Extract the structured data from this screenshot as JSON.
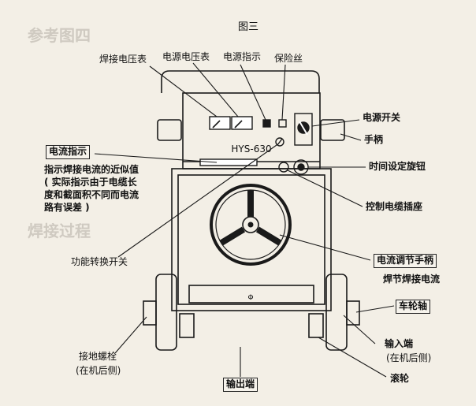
{
  "figure": {
    "title": "图三",
    "model_plate": "HYS-630",
    "bottom_plate": "Φ"
  },
  "background": {
    "faded_heading_1": "参考图四",
    "faded_heading_2": "焊接过程"
  },
  "labels": {
    "weld_voltmeter": "焊接电压表",
    "power_voltmeter": "电源电压表",
    "power_indicator": "电源指示",
    "fuse": "保险丝",
    "power_switch": "电源开关",
    "handle": "手柄",
    "current_indicator": "电流指示",
    "current_indicator_note": [
      "指示焊接电流的近似值",
      "( 实际指示由于电缆长",
      "度和截面积不同而电流",
      "路有误差 )"
    ],
    "timer_knob": "时间设定旋钮",
    "control_cable_socket": "控制电缆插座",
    "function_switch": "功能转换开关",
    "current_handwheel": "电流调节手柄",
    "current_handwheel_note": "焊节焊接电流",
    "wheel_axle": "车轮轴",
    "input_terminal": "输入端",
    "input_terminal_note": "(在机后侧)",
    "ground_bolt": "接地螺栓",
    "ground_bolt_note": "(在机后侧)",
    "caster": "滚轮",
    "output_terminal": "输出端"
  },
  "colors": {
    "paper": "#f3efe6",
    "ink": "#1a1a1a",
    "faded": "#c9c4bb"
  }
}
